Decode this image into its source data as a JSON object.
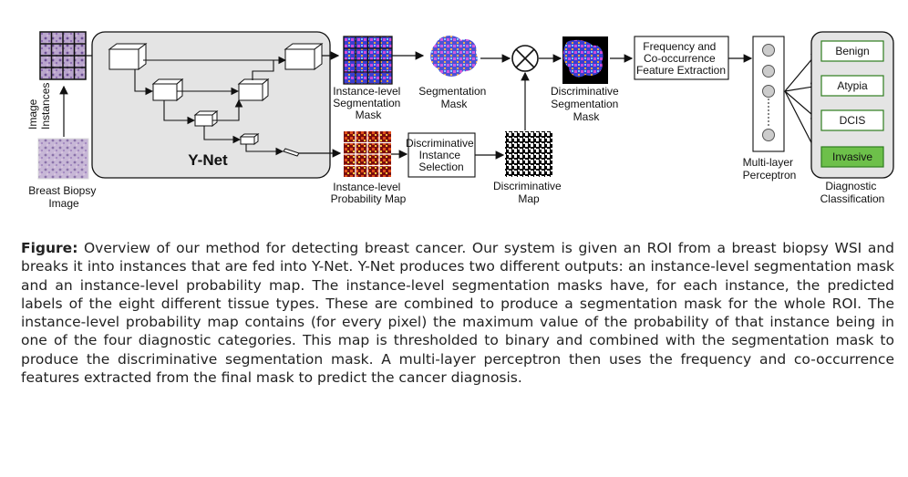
{
  "diagram": {
    "breast_biopsy_image": [
      "Breast Biopsy",
      "Image"
    ],
    "image_instances": [
      "Image",
      "Instances"
    ],
    "ynet": "Y-Net",
    "instance_seg_mask": [
      "Instance-level",
      "Segmentation",
      "Mask"
    ],
    "instance_prob_map": [
      "Instance-level",
      "Probability Map"
    ],
    "segmentation_mask": [
      "Segmentation",
      "Mask"
    ],
    "discriminative_instance_selection": [
      "Discriminative",
      "Instance",
      "Selection"
    ],
    "discriminative_map": [
      "Discriminative",
      "Map"
    ],
    "discriminative_seg_mask": [
      "Discriminative",
      "Segmentation",
      "Mask"
    ],
    "feature_extraction": [
      "Frequency and",
      "Co-occurrence",
      "Feature Extraction"
    ],
    "mlp": [
      "Multi-layer",
      "Perceptron"
    ],
    "diagnostic_classification": [
      "Diagnostic",
      "Classification"
    ],
    "classes": [
      "Benign",
      "Atypia",
      "DCIS",
      "Invasive"
    ],
    "colors": {
      "panel_bg": "#e4e4e4",
      "invasive": "#6dc04a",
      "class_border": "#2e7d1e"
    }
  },
  "caption": {
    "label": "Figure:",
    "text": " Overview of our method for detecting breast cancer. Our system is given an ROI from a breast biopsy WSI and breaks it into instances that are fed into Y-Net. Y-Net produces two different outputs: an instance-level segmentation mask and an instance-level probability map. The instance-level segmentation masks have, for each instance, the predicted labels of the eight different tissue types. These are combined to produce a segmentation mask for the whole ROI. The instance-level probability map contains (for every pixel) the maximum value of the probability of that instance being in one of the four diagnostic categories. This map is thresholded to binary and combined with the segmentation mask to produce the discriminative segmentation mask. A multi-layer perceptron then uses the frequency and co-occurrence features extracted from the final mask to predict the cancer diagnosis."
  }
}
